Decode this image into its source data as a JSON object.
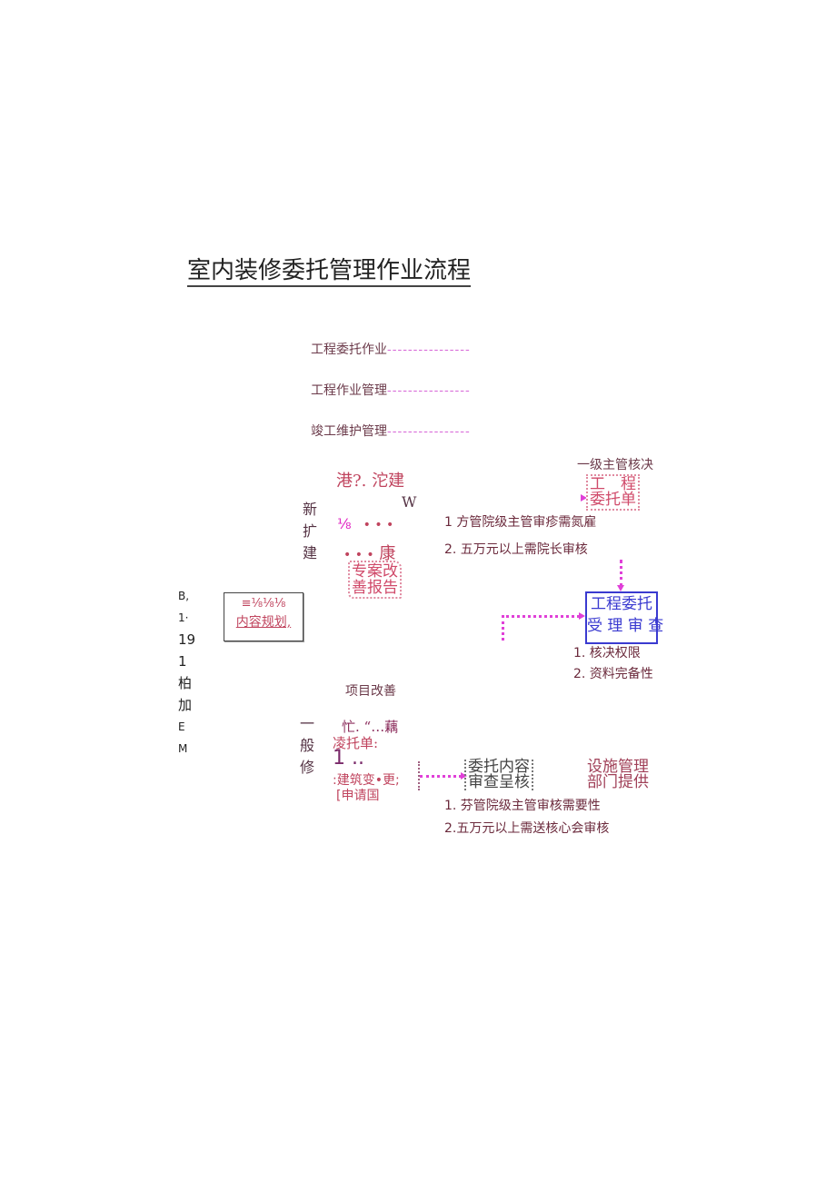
{
  "title": "室内装修委托管理作业流程",
  "legend": [
    {
      "label": "工程委托作业",
      "dash": "----------------"
    },
    {
      "label": "工程作业管理",
      "dash": "----------------"
    },
    {
      "label": "竣工维护管理",
      "dash": "----------------"
    }
  ],
  "left_column": [
    "B,",
    "1·",
    "19",
    "1",
    "柏",
    "加",
    "E",
    "M"
  ],
  "plan_box": {
    "top": "≡⅛⅛⅛",
    "bottom": "内容规划,"
  },
  "new_build": {
    "vertical_label": [
      "新",
      "扩",
      "建"
    ],
    "line1": "港?. 沱建",
    "line2": "W",
    "line3_frac": "⅛",
    "line3_dots": "•  •  •",
    "line4_dots": "•  •  •",
    "line4_end": "康",
    "stamp": [
      "专案改",
      "善报告"
    ]
  },
  "approval": {
    "heading": "一级主管核决",
    "stamp": [
      "工　程",
      "委托单"
    ],
    "notes": [
      "1 方管院级主管审疹需氮雇",
      "2. 五万元以上需院长审核"
    ]
  },
  "review_box": {
    "lines": [
      "工程委托",
      "受 理 审 查"
    ],
    "notes": [
      "1. 核决权限",
      "2. 资料完备性"
    ]
  },
  "general_repair": {
    "section_label": "项目改善",
    "vertical_label": [
      "一",
      "般",
      "修"
    ],
    "line1": "忙. “…藕",
    "line2": "凌托单:",
    "line3": "1 ..",
    "line4": ":建筑变•更;",
    "line5": "[申请国",
    "content_stamp": [
      "委托内容",
      "审查呈核"
    ],
    "facility_stamp": [
      "设施管理",
      "部门提供"
    ],
    "notes": [
      "1. 芬管院级主管审核需要性",
      "2.五万元以上需送核心会审核"
    ]
  },
  "colors": {
    "accent_magenta": "#e040d8",
    "box_blue": "#3a3ad0",
    "text_maroon": "#7a3a4c",
    "stamp_pink": "#d04a6a"
  }
}
